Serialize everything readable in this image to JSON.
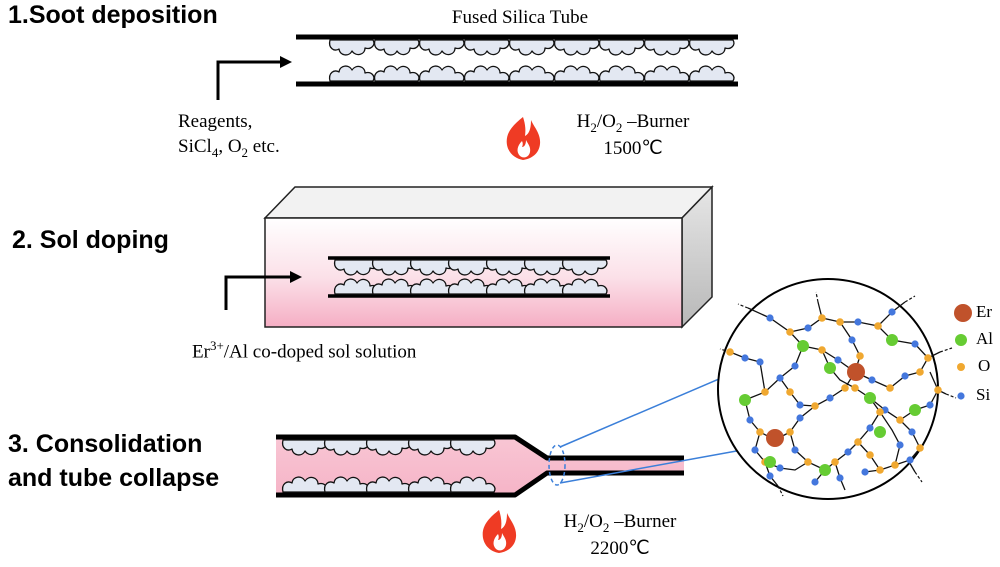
{
  "steps": [
    {
      "title": "1.Soot deposition"
    },
    {
      "title": "2. Sol doping"
    },
    {
      "title_line1": "3. Consolidation",
      "title_line2": "and tube collapse"
    }
  ],
  "step1": {
    "tube_label": "Fused Silica Tube",
    "reagents_line1": "Reagents,",
    "reagents_line2_a": "SiCl",
    "reagents_line2_sub1": "4",
    "reagents_line2_b": ", O",
    "reagents_line2_sub2": "2",
    "reagents_line2_c": " etc.",
    "burner_a": "H",
    "burner_sub1": "2",
    "burner_b": "/O",
    "burner_sub2": "2",
    "burner_c": " –Burner",
    "burner_temp": "1500℃"
  },
  "step2": {
    "solution_a": "Er",
    "solution_sup": "3+",
    "solution_b": "/Al co-doped sol solution"
  },
  "step3": {
    "burner_a": "H",
    "burner_sub1": "2",
    "burner_b": "/O",
    "burner_sub2": "2",
    "burner_c": " –Burner",
    "burner_temp": "2200℃"
  },
  "legend": [
    {
      "label": "Er",
      "color": "#c0522b"
    },
    {
      "label": "Al",
      "color": "#66cc33"
    },
    {
      "label": "O",
      "color": "#f0a830"
    },
    {
      "label": "Si",
      "color": "#4477dd"
    }
  ],
  "colors": {
    "flame": "#ef3b24",
    "pink_light": "#fde6ec",
    "pink": "#f6b6c8",
    "box_side": "#c9c9c9",
    "soot": "#e3e8f2",
    "zoom_line": "#3b7fd9"
  }
}
